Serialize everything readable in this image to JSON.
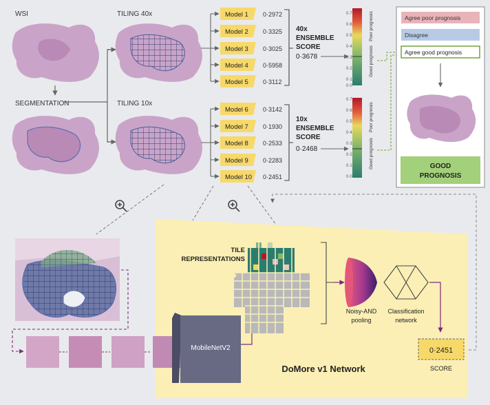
{
  "top": {
    "wsi_label": "WSI",
    "segmentation_label": "SEGMENTATION",
    "tiling_40x_label": "TILING 40x",
    "tiling_10x_label": "TILING 10x"
  },
  "models_40x": [
    {
      "name": "Model 1",
      "score": "0·2972"
    },
    {
      "name": "Model 2",
      "score": "0·3325"
    },
    {
      "name": "Model 3",
      "score": "0·3025"
    },
    {
      "name": "Model 4",
      "score": "0·5958"
    },
    {
      "name": "Model 5",
      "score": "0·3112"
    }
  ],
  "models_10x": [
    {
      "name": "Model 6",
      "score": "0·3142"
    },
    {
      "name": "Model 7",
      "score": "0·1930"
    },
    {
      "name": "Model 8",
      "score": "0·2533"
    },
    {
      "name": "Model 9",
      "score": "0·2283"
    },
    {
      "name": "Model 10",
      "score": "0·2451"
    }
  ],
  "ensemble_40x": {
    "line1": "40x",
    "line2": "ENSEMBLE",
    "line3": "SCORE",
    "value": "0·3678"
  },
  "ensemble_10x": {
    "line1": "10x",
    "line2": "ENSEMBLE",
    "line3": "SCORE",
    "value": "0·2468"
  },
  "colorbar": {
    "ticks": [
      "0·7",
      "0·6",
      "0·5",
      "0·4",
      "0·3",
      "0·2",
      "0·1",
      "0·0"
    ],
    "poor_label": "Poor prognosis",
    "good_label": "Good prognosis",
    "colors": {
      "top": "#b2182b",
      "mid": "#e8d95a",
      "bottom": "#2a7d6e"
    }
  },
  "legend": {
    "agree_poor": "Agree poor prognosis",
    "disagree": "Disagree",
    "agree_good": "Agree good prognosis",
    "colors": {
      "agree_poor": "#e9b4b9",
      "disagree": "#b7cbe6",
      "agree_good": "#ffffff"
    }
  },
  "result_label_line1": "GOOD",
  "result_label_line2": "PROGNOSIS",
  "bottom": {
    "tile_repr_line1": "TILE",
    "tile_repr_line2": "REPRESENTATIONS",
    "mobilenet_label": "MobileNetV2",
    "noisy_line1": "Noisy-AND",
    "noisy_line2": "pooling",
    "class_line1": "Classification",
    "class_line2": "network",
    "score_value": "0·2451",
    "score_label": "SCORE",
    "network_title": "DoMore v1 Network"
  },
  "palette": {
    "model_box": "#f7d96a",
    "panel": "#fbefb5",
    "arrow": "#7b2a7a",
    "good_green": "#a3d07a",
    "legend_border": "#73a33b"
  }
}
